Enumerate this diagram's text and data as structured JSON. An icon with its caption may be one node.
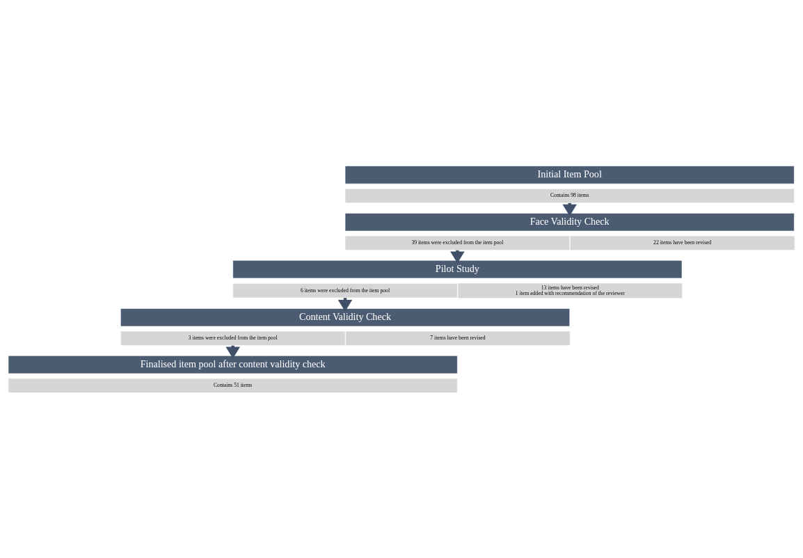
{
  "diagram": {
    "nodes": [
      {
        "text": [
          "Initial Item Pool"
        ]
      },
      {
        "text": [
          "Contains 98 items"
        ]
      },
      {
        "text": [
          "Face Validity Check"
        ]
      },
      {
        "text": [
          "39 items were excluded from the item pool"
        ]
      },
      {
        "text": [
          "22 items have been revised"
        ]
      },
      {
        "text": [
          "Pilot Study"
        ]
      },
      {
        "text": [
          "6 items were excluded from the item pool"
        ]
      },
      {
        "text": [
          "13 items have been revised",
          "1 item added with recommendation of the reviewer"
        ]
      },
      {
        "text": [
          "Content Validity Check"
        ]
      },
      {
        "text": [
          "3 items were excluded from the item pool"
        ]
      },
      {
        "text": [
          "7 items have been revised"
        ]
      },
      {
        "text": [
          "Finalised item pool after content validity check"
        ]
      },
      {
        "text": [
          "Contains 51 items"
        ]
      }
    ],
    "edges": [
      {
        "from": 1,
        "to": 2,
        "arrow": "to"
      },
      {
        "from": 3,
        "to": 5,
        "arrow": "to"
      },
      {
        "from": 6,
        "to": 8,
        "arrow": "to"
      },
      {
        "from": 9,
        "to": 11,
        "arrow": "to"
      }
    ]
  }
}
